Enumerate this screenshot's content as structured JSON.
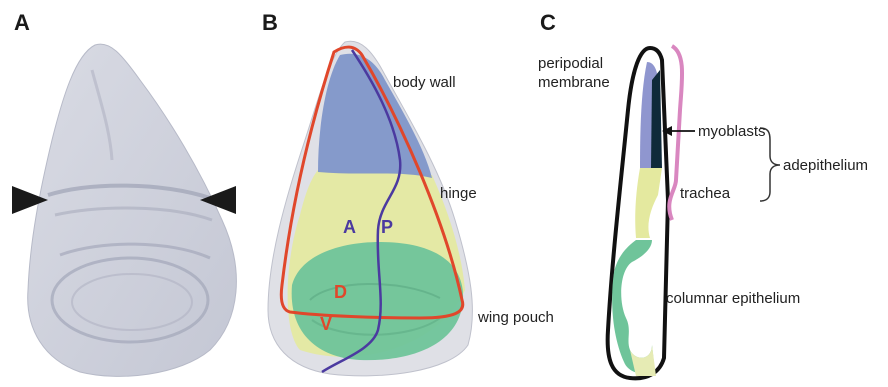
{
  "panels": {
    "a": {
      "letter": "A"
    },
    "b": {
      "letter": "B",
      "labels": {
        "body_wall": "body wall",
        "hinge": "hinge",
        "wing_pouch": "wing pouch",
        "anterior": "A",
        "posterior": "P",
        "dorsal": "D",
        "ventral": "V"
      }
    },
    "c": {
      "letter": "C",
      "labels": {
        "peripodial_line1": "peripodial",
        "peripodial_line2": "membrane",
        "myoblasts": "myoblasts",
        "adepithelium": "adepithelium",
        "trachea": "trachea",
        "columnar_epithelium": "columnar epithelium"
      }
    }
  },
  "colors": {
    "body_wall": "#7f96c9",
    "hinge": "#e4e99f",
    "wing_pouch": "#6fc49a",
    "ap_boundary": "#4b3aa0",
    "dv_boundary": "#e0472b",
    "trachea": "#d987c0",
    "myoblasts": "#0f2a3a",
    "peripodial": "#111111"
  }
}
